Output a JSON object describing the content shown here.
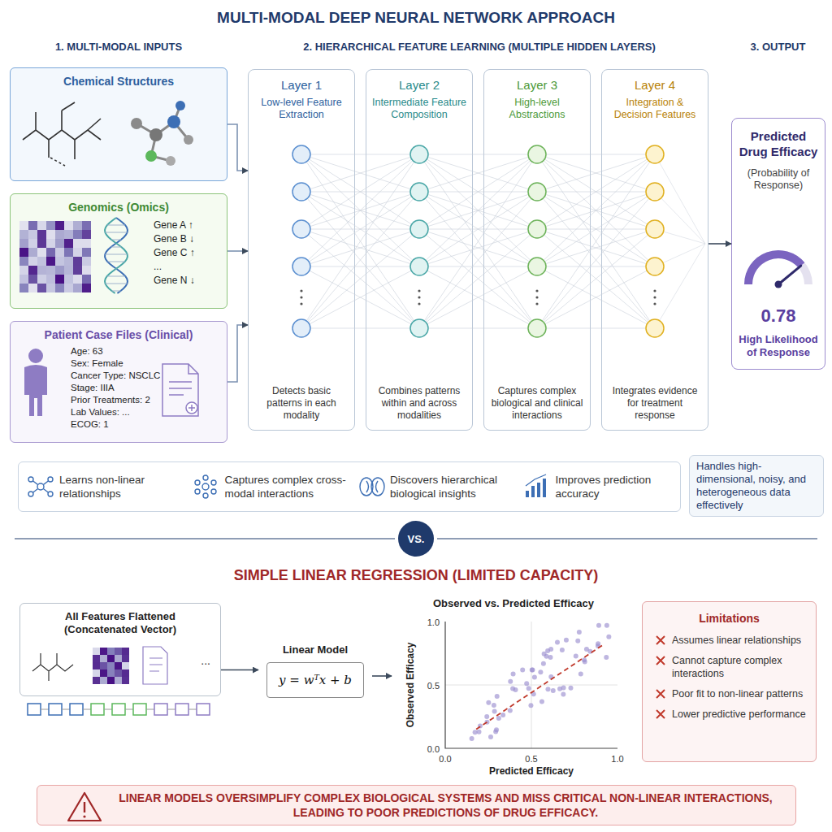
{
  "diagram": {
    "title": "MULTI-MODAL DEEP NEURAL NETWORK APPROACH",
    "nodes": [
      {
        "text": [
          "Chemical Structures"
        ]
      },
      {
        "text": [
          "Genomics (Omics)",
          "Gene A ↑",
          "Gene B ↓",
          "Gene C ↑",
          "...",
          "Gene N ↓"
        ]
      },
      {
        "text": [
          "Patient Case Files (Clinical)",
          "Age: 63",
          "Sex: Female",
          "Cancer Type: NSCLC",
          "Stage: IIIA",
          "Prior Treatments: 2",
          "Lab Values: ...",
          "ECOG: 1"
        ]
      },
      {
        "text": [
          "Layer 1",
          "Low-level Feature Extraction",
          "Detects basic patterns in each modality"
        ]
      },
      {
        "text": [
          "Layer 2",
          "Intermediate Feature Composition",
          "Combines patterns within and across modalities"
        ]
      },
      {
        "text": [
          "Layer 3",
          "High-level Abstractions",
          "Captures complex biological and clinical interactions"
        ]
      },
      {
        "text": [
          "Layer 4",
          "Integration & Decision Features",
          "Integrates evidence for treatment response"
        ]
      },
      {
        "text": [
          "Predicted Drug Efficacy",
          "(Probability of Response)",
          "0.78",
          "High Likelihood of Response"
        ]
      },
      {
        "text": [
          "Learns non-linear relationships",
          "Captures complex cross-modal interactions",
          "Discovers hierarchical biological insights",
          "Improves prediction accuracy"
        ]
      },
      {
        "text": [
          "Handles high-dimensional, noisy, and heterogeneous data effectively"
        ]
      },
      {
        "text": [
          "VS."
        ]
      },
      {
        "text": [
          "All Features Flattened (Concatenated Vector)",
          "..."
        ]
      },
      {
        "text": [
          "Linear Model",
          "y = wᵀx + b"
        ]
      },
      {
        "text": [
          "Observed vs. Predicted Efficacy"
        ]
      },
      {
        "text": [
          "Limitations",
          "Assumes linear relationships",
          "Cannot capture complex interactions",
          "Poor fit to non-linear patterns",
          "Lower predictive performance"
        ]
      },
      {
        "text": [
          "LINEAR MODELS OVERSIMPLIFY COMPLEX BIOLOGICAL SYSTEMS AND MISS CRITICAL NON-LINEAR INTERACTIONS, LEADING TO POOR PREDICTIONS OF DRUG EFFICACY."
        ]
      }
    ],
    "edges": [
      {
        "from": 0,
        "to": 3,
        "arrow": "to"
      },
      {
        "from": 1,
        "to": 3,
        "arrow": "to"
      },
      {
        "from": 2,
        "to": 3,
        "arrow": "to"
      },
      {
        "from": 6,
        "to": 7,
        "arrow": "to"
      },
      {
        "from": 11,
        "to": 12,
        "arrow": "to"
      },
      {
        "from": 12,
        "to": 13,
        "arrow": "to"
      }
    ],
    "labels": [
      "1. MULTI-MODAL INPUTS",
      "2. HIERARCHICAL FEATURE LEARNING (MULTIPLE HIDDEN LAYERS)",
      "3. OUTPUT",
      "SIMPLE LINEAR REGRESSION (LIMITED CAPACITY)",
      "Observed Efficacy",
      "1.0",
      "0.5",
      "0.0",
      "0.0",
      "0.5",
      "1.0",
      "Predicted Efficacy"
    ]
  }
}
